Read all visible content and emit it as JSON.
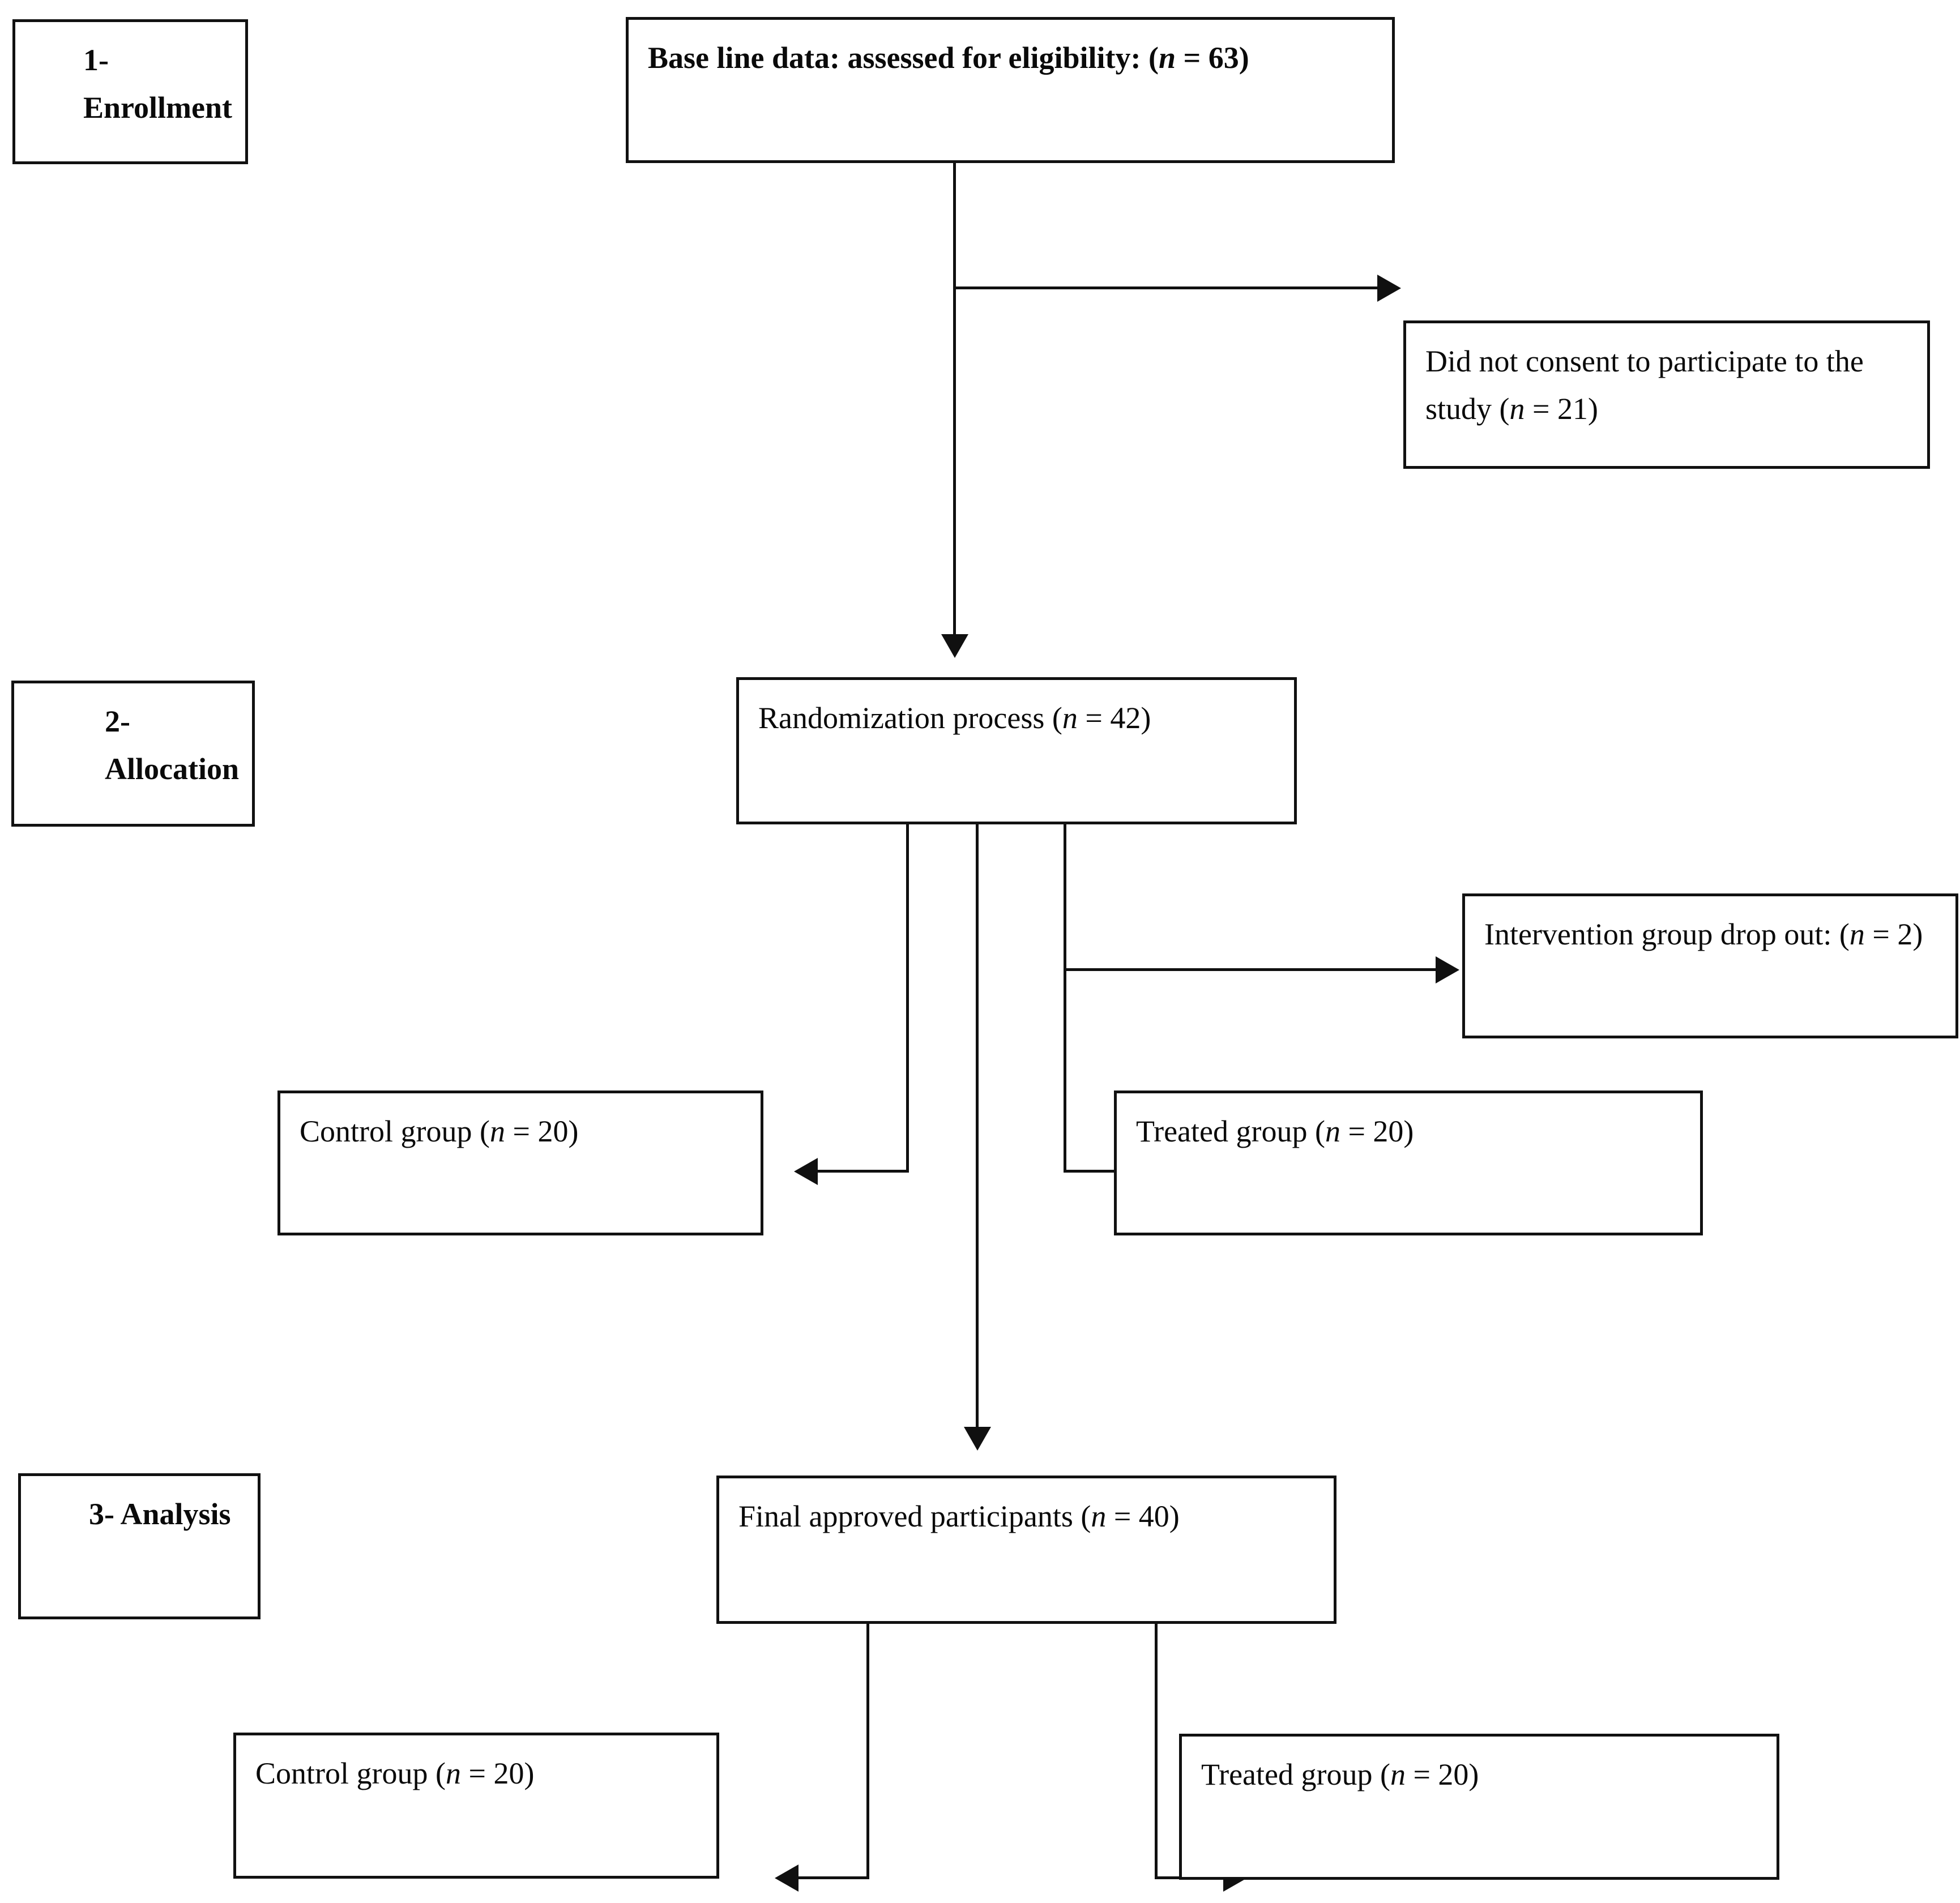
{
  "diagram": {
    "type": "consort-flow-diagram",
    "background_color": "#ffffff",
    "line_color": "#101010",
    "text_color": "#0a0a0a"
  },
  "stages": [
    {
      "id": "enrollment",
      "label": "1-   Enrollment"
    },
    {
      "id": "allocation",
      "label": "2-     Allocation"
    },
    {
      "id": "analysis",
      "label": "3-   Analysis"
    }
  ],
  "nodes": {
    "baseline": {
      "label_prefix": "Base line data: assessed for eligibility: (",
      "italic_n": "n",
      "label_suffix": " = 63)",
      "n": 63
    },
    "not_consent": {
      "label_prefix": "Did not consent to participate to the study (",
      "italic_n": "n",
      "label_suffix": " = 21)",
      "n": 21
    },
    "randomization": {
      "label_prefix": "Randomization process (",
      "italic_n": "n",
      "label_suffix": " = 42)",
      "n": 42
    },
    "dropout": {
      "label_prefix": "Intervention group drop out: (",
      "italic_n": "n",
      "label_suffix": " = 2)",
      "n": 2
    },
    "control_alloc": {
      "label_prefix": "Control group (",
      "italic_n": "n",
      "label_suffix": " = 20)",
      "n": 20
    },
    "treated_alloc": {
      "label_prefix": "Treated group (",
      "italic_n": "n",
      "label_suffix": " = 20)",
      "n": 20
    },
    "final_participants": {
      "label_prefix": "Final approved participants (",
      "italic_n": "n",
      "label_suffix": " = 40)",
      "n": 40
    },
    "control_analysis": {
      "label_prefix": "Control group (",
      "italic_n": "n",
      "label_suffix": " = 20)",
      "n": 20
    },
    "treated_analysis": {
      "label_prefix": "Treated group (",
      "italic_n": "n",
      "label_suffix": " = 20)",
      "n": 20
    }
  },
  "flow": [
    {
      "from": "baseline",
      "to": "randomization",
      "kind": "down-arrow"
    },
    {
      "from": "baseline",
      "to": "not_consent",
      "kind": "right-arrow"
    },
    {
      "from": "randomization",
      "to": "control_alloc",
      "kind": "left-arrow"
    },
    {
      "from": "randomization",
      "to": "treated_alloc",
      "kind": "right-arrow"
    },
    {
      "from": "randomization",
      "to": "dropout",
      "kind": "right-arrow"
    },
    {
      "from": "randomization",
      "to": "final_participants",
      "kind": "down-arrow"
    },
    {
      "from": "final_participants",
      "to": "control_analysis",
      "kind": "left-arrow"
    },
    {
      "from": "final_participants",
      "to": "treated_analysis",
      "kind": "right-arrow"
    }
  ]
}
